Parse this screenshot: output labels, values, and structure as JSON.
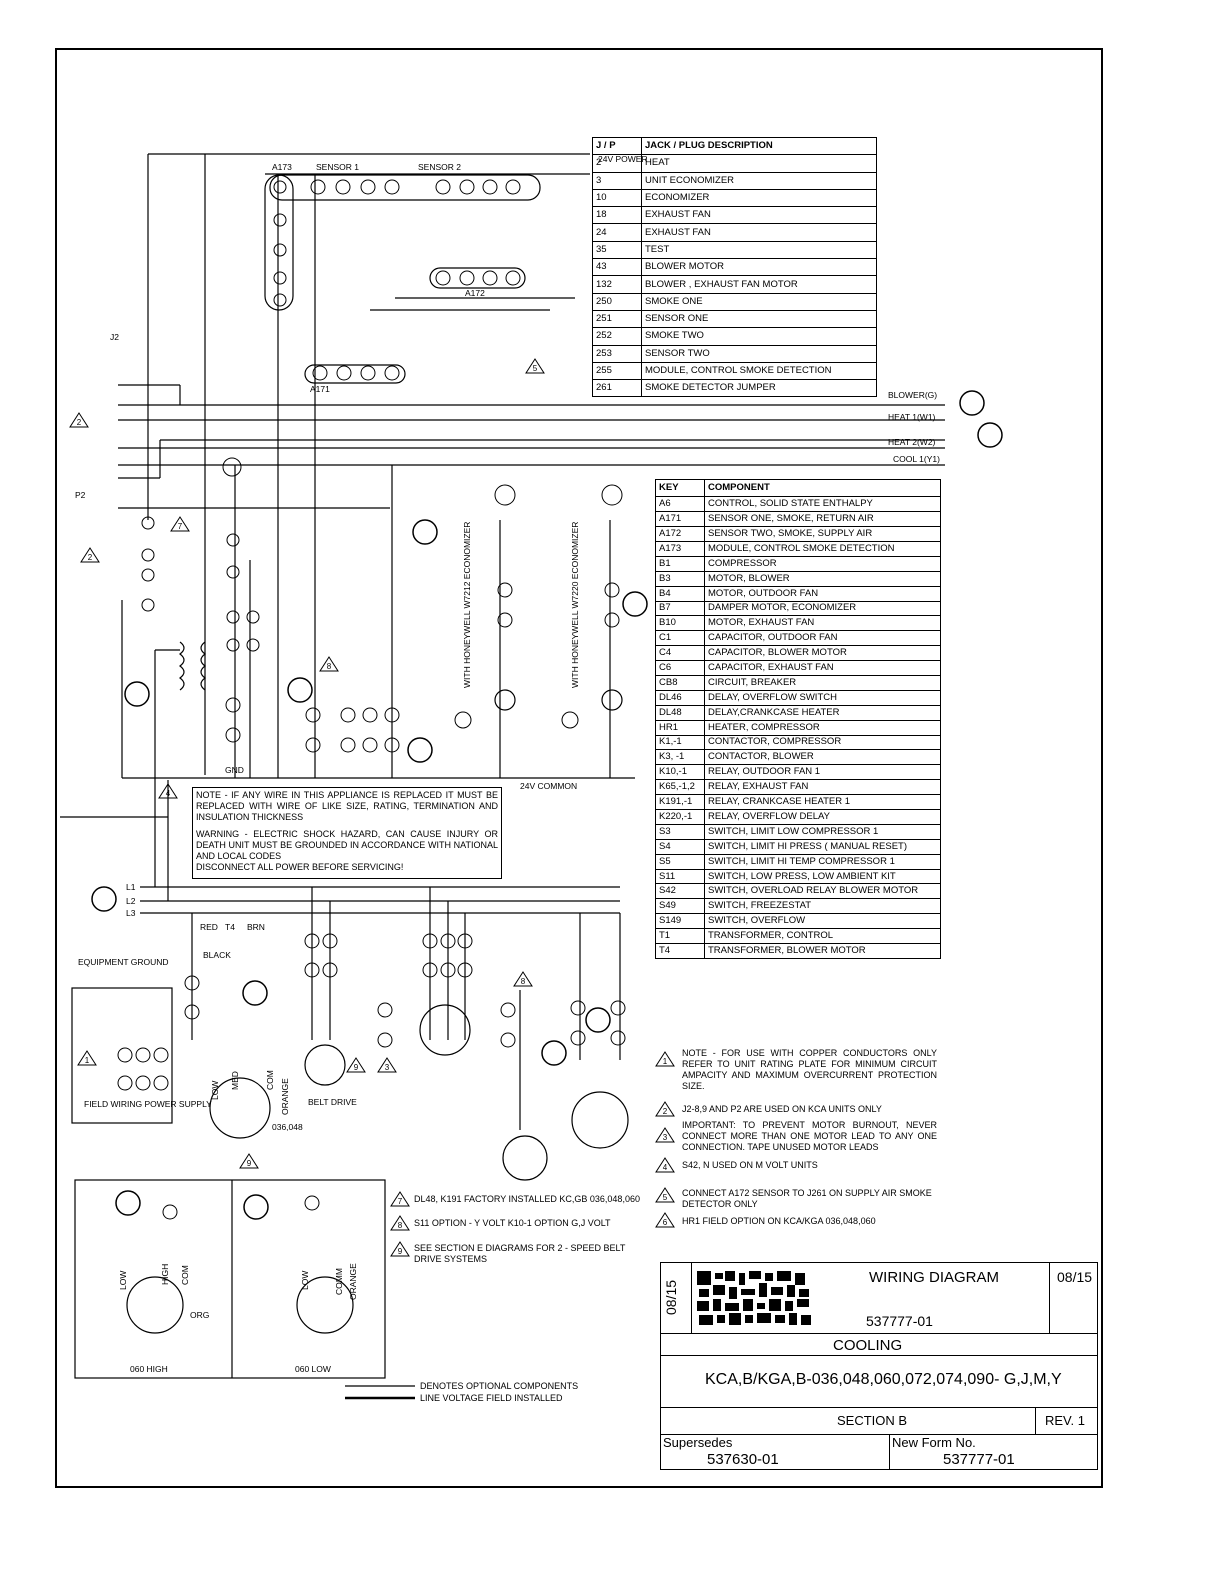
{
  "diagram": {
    "top_labels": {
      "a173": "A173",
      "sensor1": "SENSOR 1",
      "sensor2": "SENSOR 2",
      "power_24v": "24V POWER",
      "a172": "A172",
      "a171": "A171",
      "common_24v": "24V COMMON",
      "j2": "J2",
      "p2": "P2",
      "gnd": "GND",
      "equipment_ground": "EQUIPMENT GROUND",
      "field_wiring": "FIELD WIRING POWER SUPPLY",
      "belt_drive": "BELT DRIVE",
      "high_060": "060 HIGH",
      "low_060": "060 LOW",
      "econ_w7212": "WITH HONEYWELL W7212 ECONOMIZER",
      "econ_w7220": "WITH HONEYWELL W7220 ECONOMIZER",
      "models_036_048": "036,048"
    },
    "thermostat_labels": [
      "BLOWER(G)",
      "HEAT 1(W1)",
      "HEAT 2(W2)",
      "COOL 1(Y1)"
    ],
    "line_labels": [
      "L1",
      "L2",
      "L3"
    ],
    "wire_colors": {
      "red": "RED",
      "t4": "T4",
      "brn": "BRN",
      "black": "BLACK"
    },
    "motor_leads": {
      "low": "LOW",
      "med": "MED",
      "com": "COM",
      "orange": "ORANGE",
      "high": "HIGH",
      "org": "ORG",
      "comm": "COMM"
    }
  },
  "jp_table": {
    "headers": [
      "J / P",
      "JACK / PLUG DESCRIPTION"
    ],
    "rows": [
      [
        "2",
        "HEAT"
      ],
      [
        "3",
        "UNIT ECONOMIZER"
      ],
      [
        "10",
        "ECONOMIZER"
      ],
      [
        "18",
        "EXHAUST FAN"
      ],
      [
        "24",
        "EXHAUST FAN"
      ],
      [
        "35",
        "TEST"
      ],
      [
        "43",
        "BLOWER MOTOR"
      ],
      [
        "132",
        "BLOWER , EXHAUST FAN MOTOR"
      ],
      [
        "250",
        "SMOKE ONE"
      ],
      [
        "251",
        "SENSOR ONE"
      ],
      [
        "252",
        "SMOKE TWO"
      ],
      [
        "253",
        "SENSOR TWO"
      ],
      [
        "255",
        "MODULE, CONTROL SMOKE DETECTION"
      ],
      [
        "261",
        "SMOKE DETECTOR JUMPER"
      ]
    ]
  },
  "key_table": {
    "headers": [
      "KEY",
      "COMPONENT"
    ],
    "rows": [
      [
        "A6",
        "CONTROL, SOLID STATE ENTHALPY"
      ],
      [
        "A171",
        "SENSOR ONE, SMOKE, RETURN AIR"
      ],
      [
        "A172",
        "SENSOR TWO, SMOKE, SUPPLY AIR"
      ],
      [
        "A173",
        "MODULE, CONTROL SMOKE DETECTION"
      ],
      [
        "B1",
        "COMPRESSOR"
      ],
      [
        "B3",
        "MOTOR, BLOWER"
      ],
      [
        "B4",
        "MOTOR, OUTDOOR FAN"
      ],
      [
        "B7",
        "DAMPER MOTOR, ECONOMIZER"
      ],
      [
        "B10",
        "MOTOR, EXHAUST FAN"
      ],
      [
        "C1",
        "CAPACITOR, OUTDOOR FAN"
      ],
      [
        "C4",
        "CAPACITOR, BLOWER MOTOR"
      ],
      [
        "C6",
        "CAPACITOR, EXHAUST FAN"
      ],
      [
        "CB8",
        "CIRCUIT, BREAKER"
      ],
      [
        "DL46",
        "DELAY, OVERFLOW SWITCH"
      ],
      [
        "DL48",
        "DELAY,CRANKCASE HEATER"
      ],
      [
        "HR1",
        "HEATER, COMPRESSOR"
      ],
      [
        "K1,-1",
        "CONTACTOR, COMPRESSOR"
      ],
      [
        "K3, -1",
        "CONTACTOR, BLOWER"
      ],
      [
        "K10,-1",
        "RELAY, OUTDOOR FAN 1"
      ],
      [
        "K65,-1,2",
        "RELAY, EXHAUST FAN"
      ],
      [
        "K191,-1",
        "RELAY, CRANKCASE HEATER 1"
      ],
      [
        "K220,-1",
        "RELAY, OVERFLOW DELAY"
      ],
      [
        "S3",
        "SWITCH, LIMIT LOW COMPRESSOR 1"
      ],
      [
        "S4",
        "SWITCH, LIMIT HI PRESS ( MANUAL RESET)"
      ],
      [
        "S5",
        "SWITCH, LIMIT HI TEMP COMPRESSOR 1"
      ],
      [
        "S11",
        "SWITCH, LOW PRESS, LOW AMBIENT KIT"
      ],
      [
        "S42",
        "SWITCH, OVERLOAD RELAY BLOWER MOTOR"
      ],
      [
        "S49",
        "SWITCH, FREEZESTAT"
      ],
      [
        "S149",
        "SWITCH, OVERFLOW"
      ],
      [
        "T1",
        "TRANSFORMER, CONTROL"
      ],
      [
        "T4",
        "TRANSFORMER, BLOWER MOTOR"
      ]
    ]
  },
  "warning_note": {
    "note": "NOTE - IF ANY WIRE IN THIS APPLIANCE IS REPLACED IT MUST BE REPLACED WITH WIRE OF LIKE SIZE, RATING, TERMINATION AND INSULATION THICKNESS",
    "warning": "WARNING - ELECTRIC SHOCK HAZARD, CAN CAUSE INJURY OR DEATH UNIT MUST BE GROUNDED IN ACCORDANCE WITH NATIONAL AND LOCAL CODES",
    "disconnect": "DISCONNECT ALL POWER BEFORE SERVICING!"
  },
  "notes": [
    {
      "num": "1",
      "text": "NOTE - FOR USE WITH COPPER CONDUCTORS ONLY REFER TO UNIT RATING PLATE FOR MINIMUM CIRCUIT AMPACITY AND MAXIMUM OVERCURRENT PROTECTION SIZE."
    },
    {
      "num": "2",
      "text": "J2-8,9 AND P2 ARE USED ON KCA UNITS ONLY"
    },
    {
      "num": "3",
      "text": "IMPORTANT: TO PREVENT MOTOR BURNOUT, NEVER CONNECT MORE THAN ONE MOTOR LEAD TO ANY ONE CONNECTION. TAPE UNUSED MOTOR LEADS"
    },
    {
      "num": "4",
      "text": "S42, N USED ON M VOLT UNITS"
    },
    {
      "num": "5",
      "text": "CONNECT A172 SENSOR TO J261 ON SUPPLY AIR SMOKE DETECTOR ONLY"
    },
    {
      "num": "6",
      "text": "HR1 FIELD OPTION ON KCA/KGA 036,048,060"
    },
    {
      "num": "7",
      "text": "DL48, K191 FACTORY INSTALLED KC,GB 036,048,060"
    },
    {
      "num": "8",
      "text": "S11 OPTION - Y VOLT K10-1 OPTION G,J VOLT"
    },
    {
      "num": "9",
      "text": "SEE SECTION E DIAGRAMS FOR 2 - SPEED BELT DRIVE SYSTEMS"
    }
  ],
  "legend": {
    "optional": "DENOTES OPTIONAL COMPONENTS",
    "field": "LINE VOLTAGE FIELD INSTALLED"
  },
  "title_block": {
    "date_vertical": "08/15",
    "title": "WIRING DIAGRAM",
    "date": "08/15",
    "form_no": "537777-01",
    "subtitle": "COOLING",
    "models": "KCA,B/KGA,B-036,048,060,072,074,090- G,J,M,Y",
    "section": "SECTION B",
    "rev": "REV. 1",
    "supersedes_label": "Supersedes",
    "supersedes": "537630-01",
    "new_form_label": "New Form No.",
    "new_form": "537777-01"
  }
}
